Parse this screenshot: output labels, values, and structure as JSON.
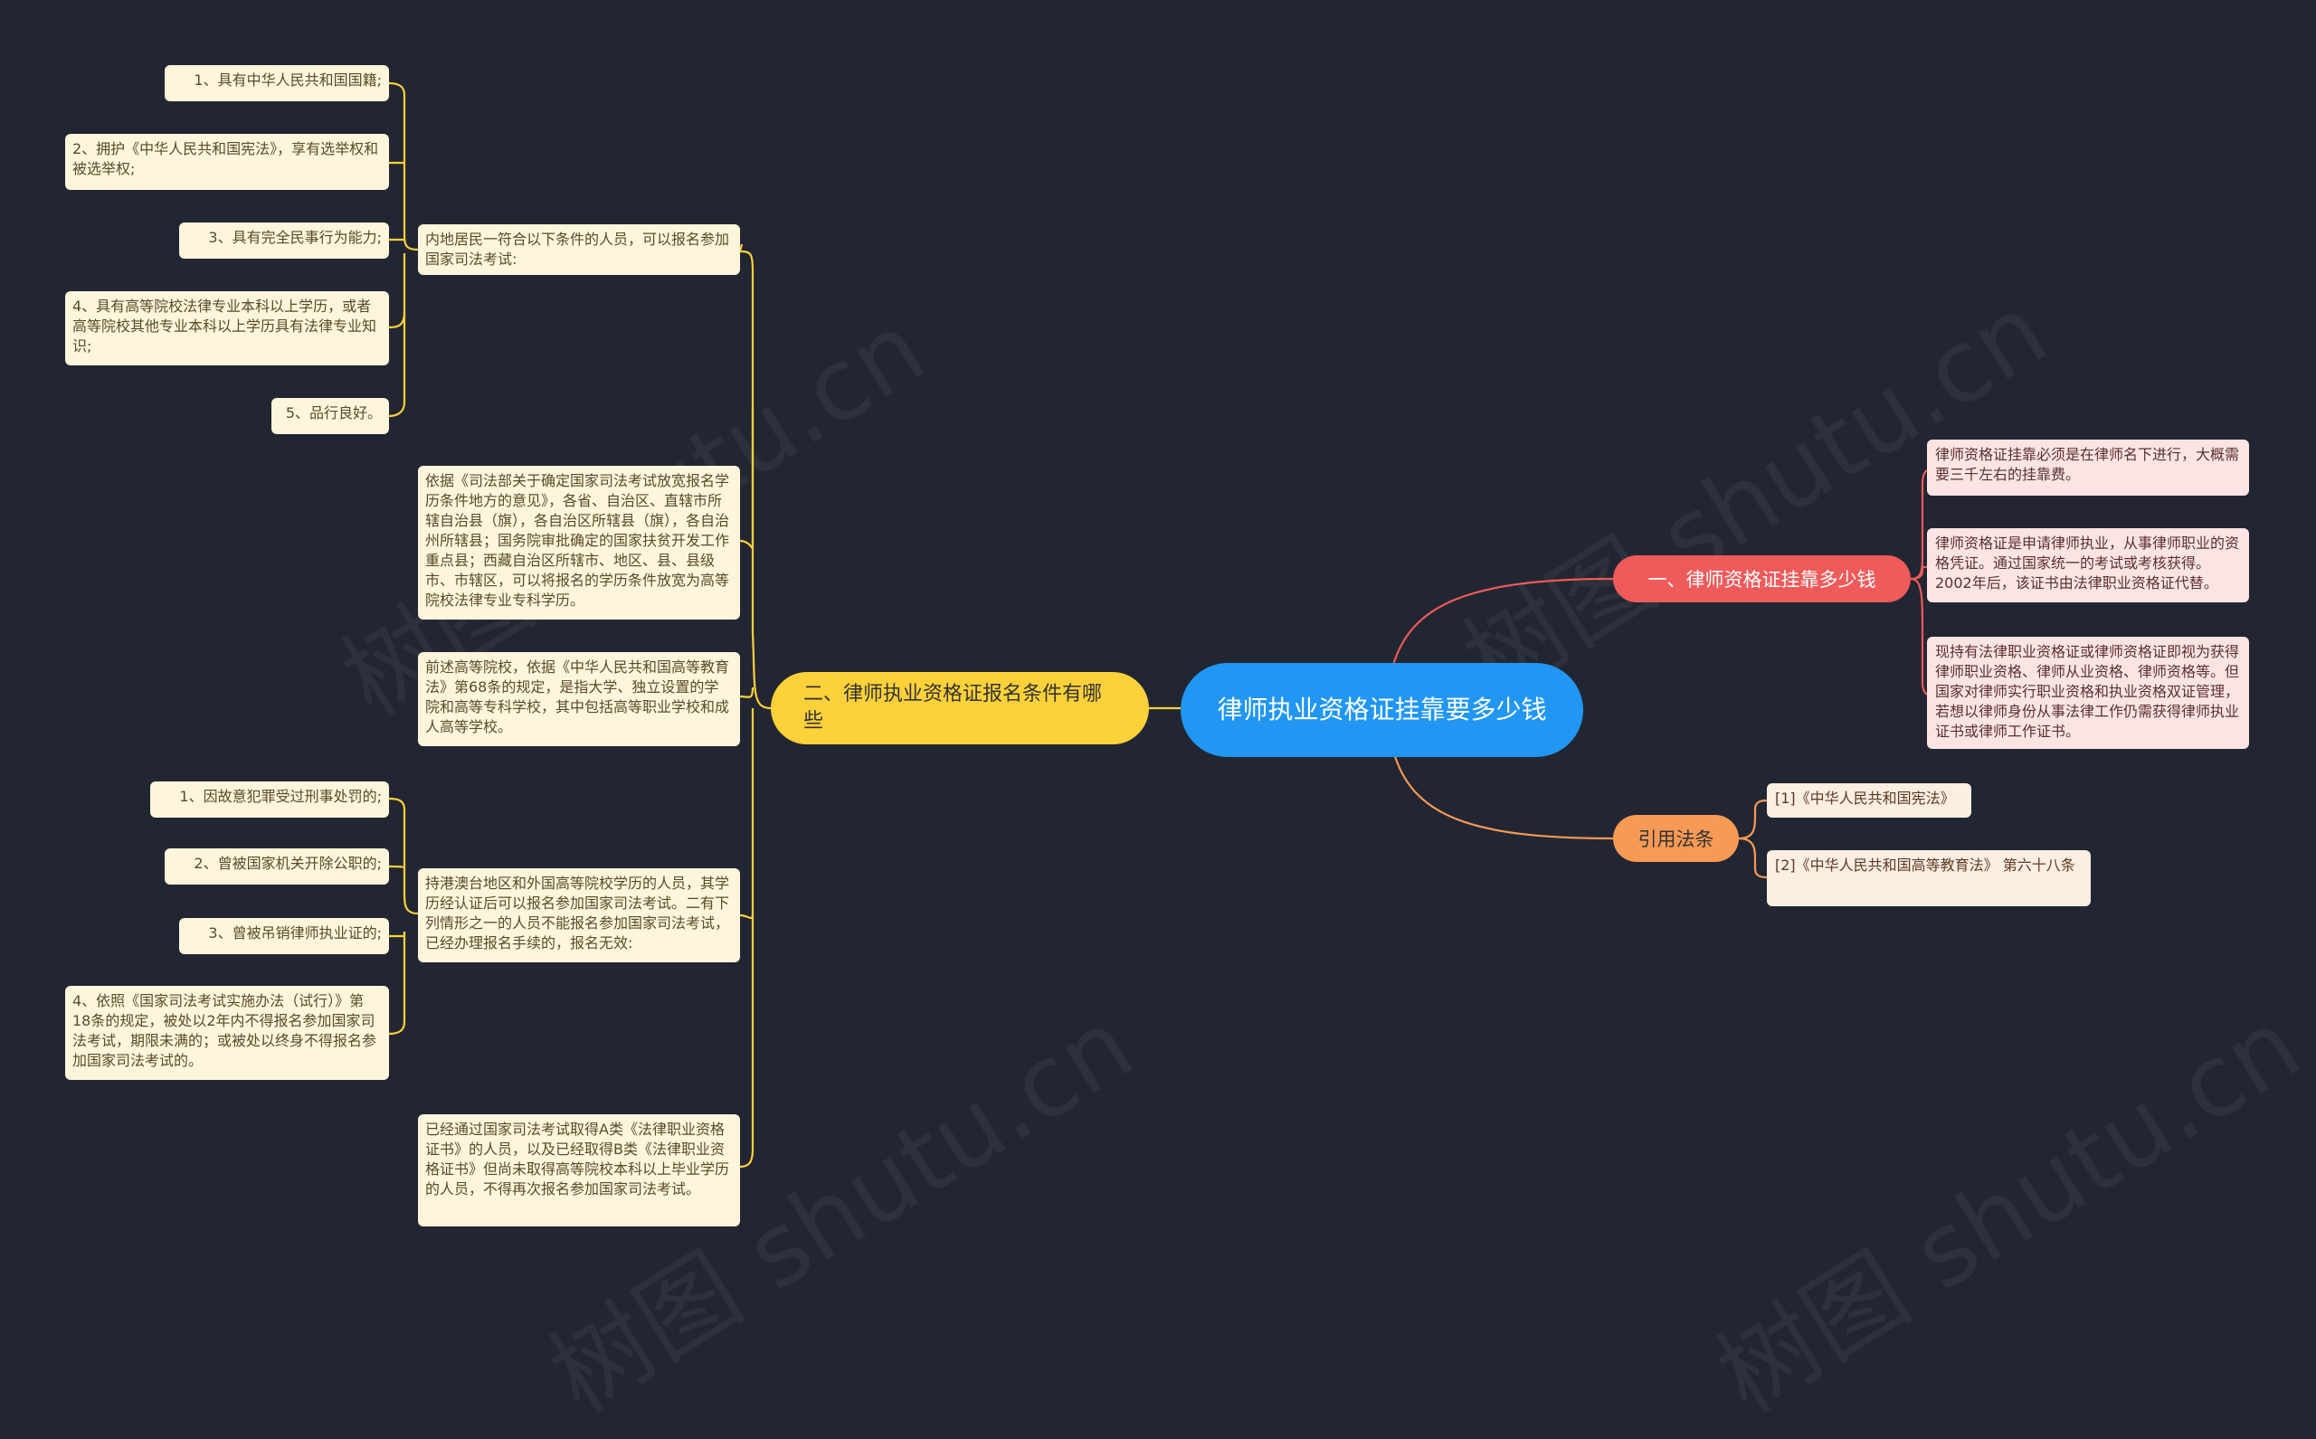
{
  "center": {
    "title": "律师执业资格证挂靠要多少钱"
  },
  "watermark": "树图 shutu.cn",
  "branch_conditions": {
    "label": "二、律师执业资格证报名条件有哪些",
    "group1": {
      "header": "内地居民一符合以下条件的人员，可以报名参加国家司法考试:",
      "items": [
        "1、具有中华人民共和国国籍;",
        "2、拥护《中华人民共和国宪法》，享有选举权和被选举权;",
        "3、具有完全民事行为能力;",
        "4、具有高等院校法律专业本科以上学历，或者高等院校其他专业本科以上学历具有法律专业知识;",
        "5、品行良好。"
      ]
    },
    "note1": "依据《司法部关于确定国家司法考试放宽报名学历条件地方的意见》，各省、自治区、直辖市所辖自治县（旗），各自治区所辖县（旗），各自治州所辖县；国务院审批确定的国家扶贫开发工作重点县；西藏自治区所辖市、地区、县、县级市、市辖区，可以将报名的学历条件放宽为高等院校法律专业专科学历。",
    "note2": "前述高等院校，依据《中华人民共和国高等教育法》第68条的规定，是指大学、独立设置的学院和高等专科学校，其中包括高等职业学校和成人高等学校。",
    "group2": {
      "header": "持港澳台地区和外国高等院校学历的人员，其学历经认证后可以报名参加国家司法考试。二有下列情形之一的人员不能报名参加国家司法考试，已经办理报名手续的，报名无效:",
      "items": [
        "1、因故意犯罪受过刑事处罚的;",
        "2、曾被国家机关开除公职的;",
        "3、曾被吊销律师执业证的;",
        "4、依照《国家司法考试实施办法（试行）》第18条的规定，被处以2年内不得报名参加国家司法考试，期限未满的；或被处以终身不得报名参加国家司法考试的。"
      ]
    },
    "note3": "已经通过国家司法考试取得A类《法律职业资格证书》的人员，以及已经取得B类《法律职业资格证书》但尚未取得高等院校本科以上毕业学历的人员，不得再次报名参加国家司法考试。"
  },
  "branch_cost": {
    "label": "一、律师资格证挂靠多少钱",
    "items": [
      "律师资格证挂靠必须是在律师名下进行，大概需要三千左右的挂靠费。",
      "律师资格证是申请律师执业，从事律师职业的资格凭证。通过国家统一的考试或考核获得。2002年后，该证书由法律职业资格证代替。",
      "现持有法律职业资格证或律师资格证即视为获得律师职业资格、律师从业资格、律师资格等。但国家对律师实行职业资格和执业资格双证管理，若想以律师身份从事法律工作仍需获得律师执业证书或律师工作证书。"
    ]
  },
  "branch_refs": {
    "label": "引用法条",
    "items": [
      "[1]《中华人民共和国宪法》",
      "[2]《中华人民共和国高等教育法》 第六十八条"
    ]
  },
  "colors": {
    "background": "#222632",
    "center": "#2196F3",
    "yellow_branch": "#FDD13A",
    "red_branch": "#EF5A5A",
    "orange_branch": "#F79A55"
  }
}
